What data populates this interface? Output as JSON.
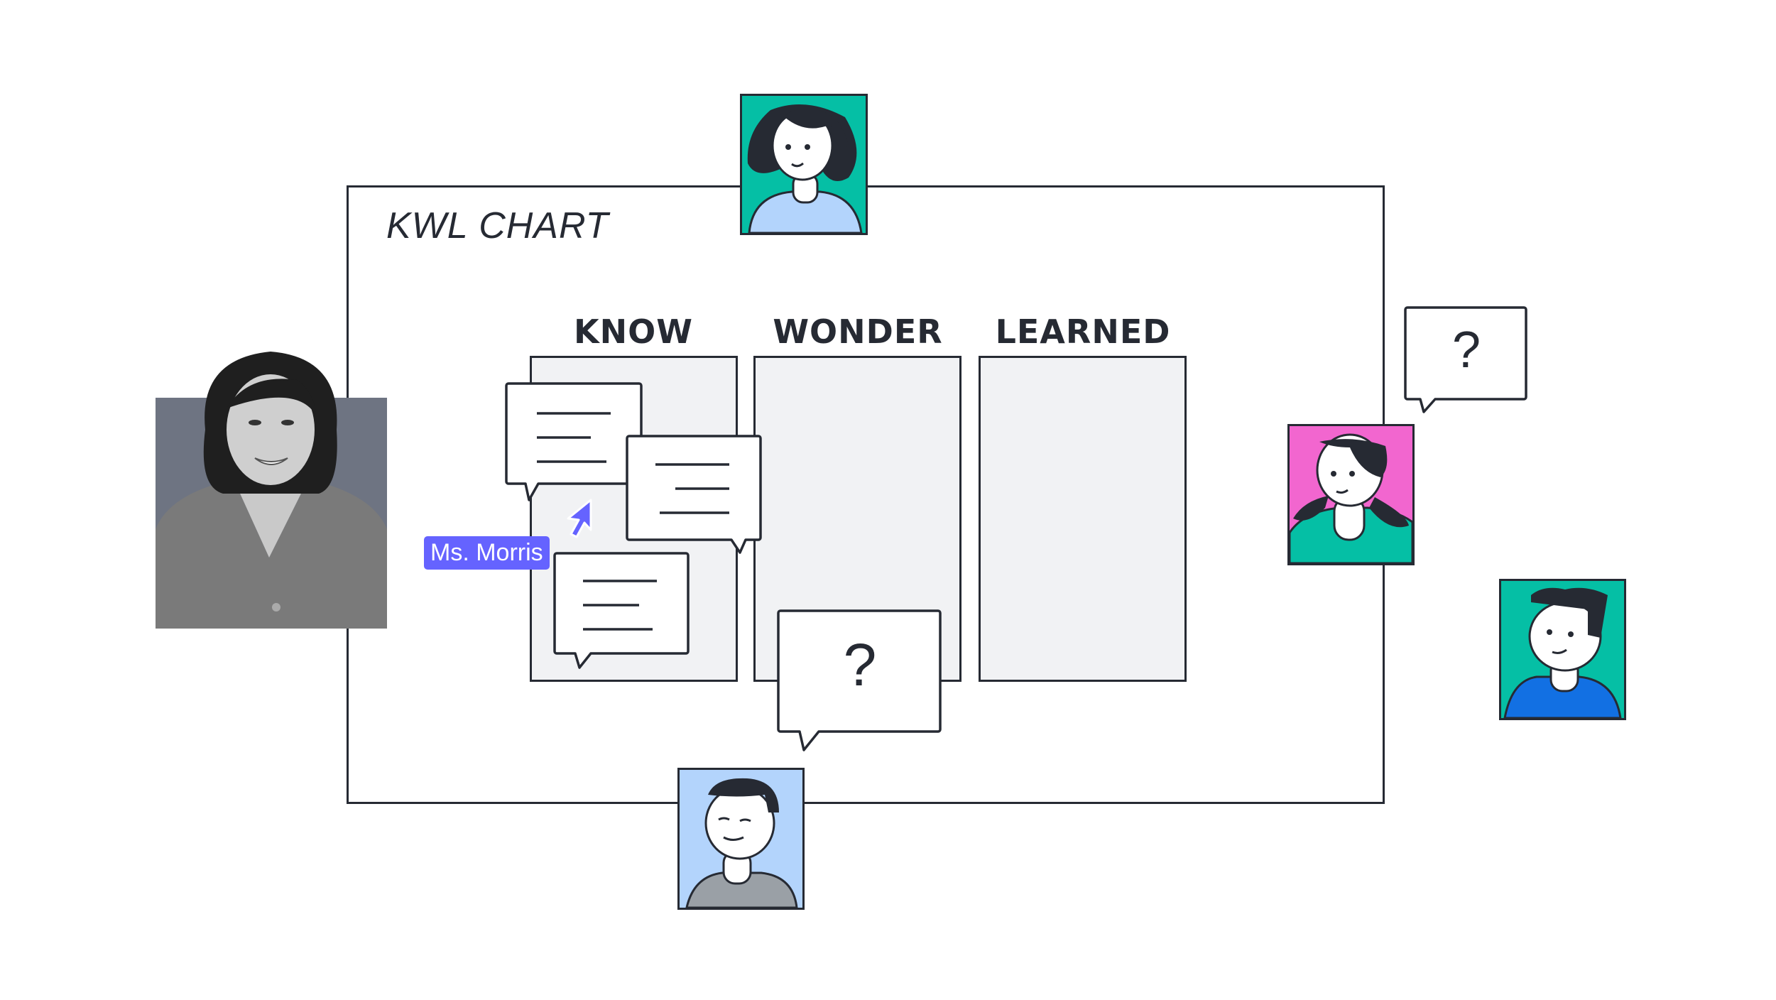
{
  "board": {
    "title": "KWL CHART",
    "columns": [
      {
        "label": "KNOW"
      },
      {
        "label": "WONDER"
      },
      {
        "label": "LEARNED"
      }
    ]
  },
  "cursor": {
    "user_label": "Ms. Morris",
    "color": "#6563ff"
  },
  "question_mark": "?",
  "colors": {
    "teal": "#05bfa5",
    "pink": "#f266cf",
    "light_blue": "#b3d4fc",
    "blue": "#1270e3",
    "ink": "#262a33",
    "panel": "#f1f2f4",
    "photo_bg": "#6e7482"
  }
}
